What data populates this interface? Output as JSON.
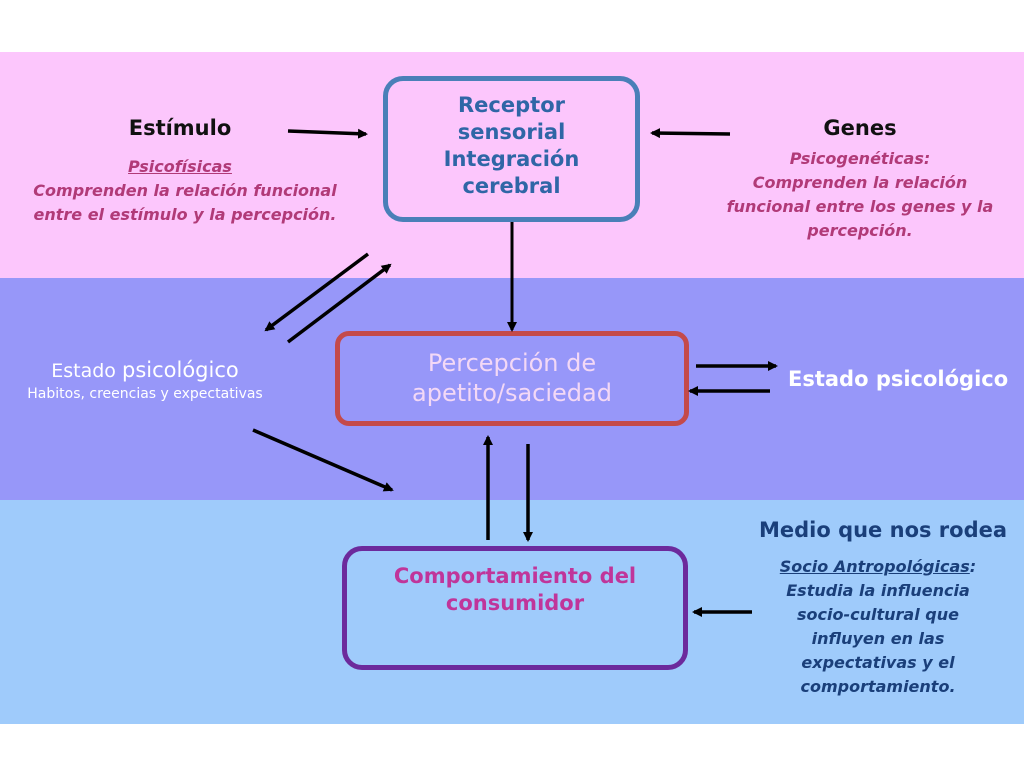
{
  "colors": {
    "band_top": "#fcc6fc",
    "band_mid": "#9797f9",
    "band_bot": "#9fcbfb",
    "receptor_border": "#4a7fb8",
    "percepcion_border": "#c44a4a",
    "comportamiento_border": "#6c2a9c"
  },
  "receptor": {
    "line1": "Receptor",
    "line2": "sensorial",
    "line3": "Integración",
    "line4": "cerebral"
  },
  "percepcion": {
    "line1": "Percepción de",
    "line2": "apetito/saciedad"
  },
  "comportamiento": {
    "line1": "Comportamiento del",
    "line2": "consumidor"
  },
  "estimulo": {
    "title": "Estímulo",
    "subtitle": "Psicofísicas",
    "desc1": "Comprenden la relación funcional",
    "desc2": "entre el estímulo y la percepción."
  },
  "genes": {
    "title": "Genes",
    "desc1": "Psicogenéticas:",
    "desc2": "Comprenden la relación",
    "desc3": "funcional entre los genes y la",
    "desc4": "percepción."
  },
  "estado_left": {
    "title_a": "Estado ",
    "title_b": "psicológico",
    "subtitle": "Habitos, creencias y expectativas"
  },
  "estado_right": {
    "title": "Estado psicológico"
  },
  "medio": {
    "title": "Medio que nos rodea",
    "label": "Socio Antropológicas",
    "colon": ":",
    "desc1": "Estudia la influencia",
    "desc2": "socio-cultural que",
    "desc3": "influyen en las",
    "desc4": "expectativas y el",
    "desc5": "comportamiento."
  }
}
